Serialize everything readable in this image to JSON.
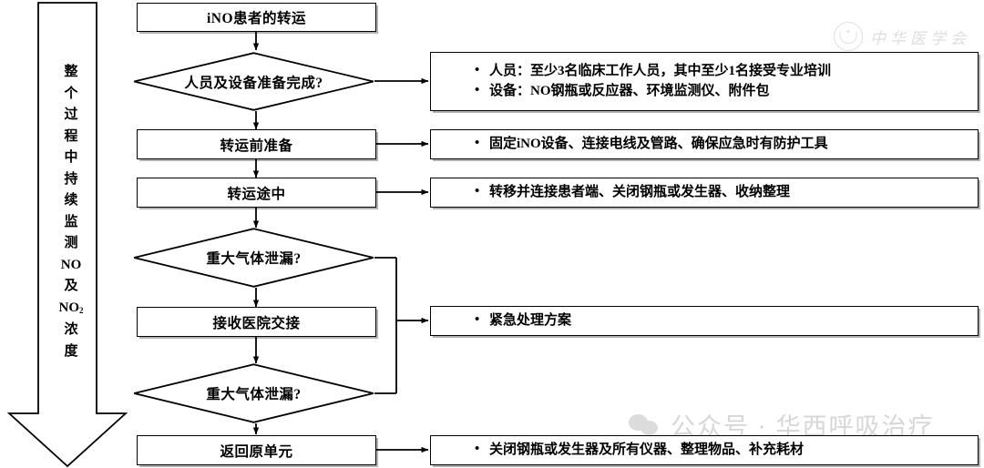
{
  "watermarks": {
    "top_right": "中华医学会",
    "bottom_right": "公众号 · 华西呼吸治疗"
  },
  "side_banner": {
    "name": "continuous-monitoring-arrow",
    "characters": [
      "整",
      "个",
      "过",
      "程",
      "中",
      "持",
      "续",
      "监",
      "测",
      "NO",
      "及",
      "NO₂",
      "浓",
      "度"
    ],
    "text": "整个过程中持续监测NO及NO₂浓度"
  },
  "flow": {
    "title": "iNO患者的转运",
    "nodes": [
      {
        "id": "start",
        "type": "process",
        "label": "iNO患者的转运"
      },
      {
        "id": "readiness",
        "type": "decision",
        "label": "人员及设备准备完成?"
      },
      {
        "id": "pre-transport",
        "type": "process",
        "label": "转运前准备"
      },
      {
        "id": "in-transit",
        "type": "process",
        "label": "转运途中"
      },
      {
        "id": "leak-check-1",
        "type": "decision",
        "label": "重大气体泄漏?"
      },
      {
        "id": "handover",
        "type": "process",
        "label": "接收医院交接"
      },
      {
        "id": "leak-check-2",
        "type": "decision",
        "label": "重大气体泄漏?"
      },
      {
        "id": "return-unit",
        "type": "process",
        "label": "返回原单元"
      }
    ]
  },
  "details": [
    {
      "id": "readiness-detail",
      "lines": [
        "人员：至少3名临床工作人员，其中至少1名接受专业培训",
        "设备：NO钢瓶或反应器、环境监测仪、附件包"
      ]
    },
    {
      "id": "pre-transport-detail",
      "lines": [
        "固定iNO设备、连接电线及管路、确保应急时有防护工具"
      ]
    },
    {
      "id": "in-transit-detail",
      "lines": [
        "转移并连接患者端、关闭钢瓶或发生器、收纳整理"
      ]
    },
    {
      "id": "emergency-detail",
      "lines": [
        "紧急处理方案"
      ]
    },
    {
      "id": "return-detail",
      "lines": [
        "关闭钢瓶或发生器及所有仪器、整理物品、补充耗材"
      ]
    }
  ],
  "colors": {
    "stroke": "#000000",
    "background": "#ffffff",
    "watermark": "#d8d8d8"
  }
}
